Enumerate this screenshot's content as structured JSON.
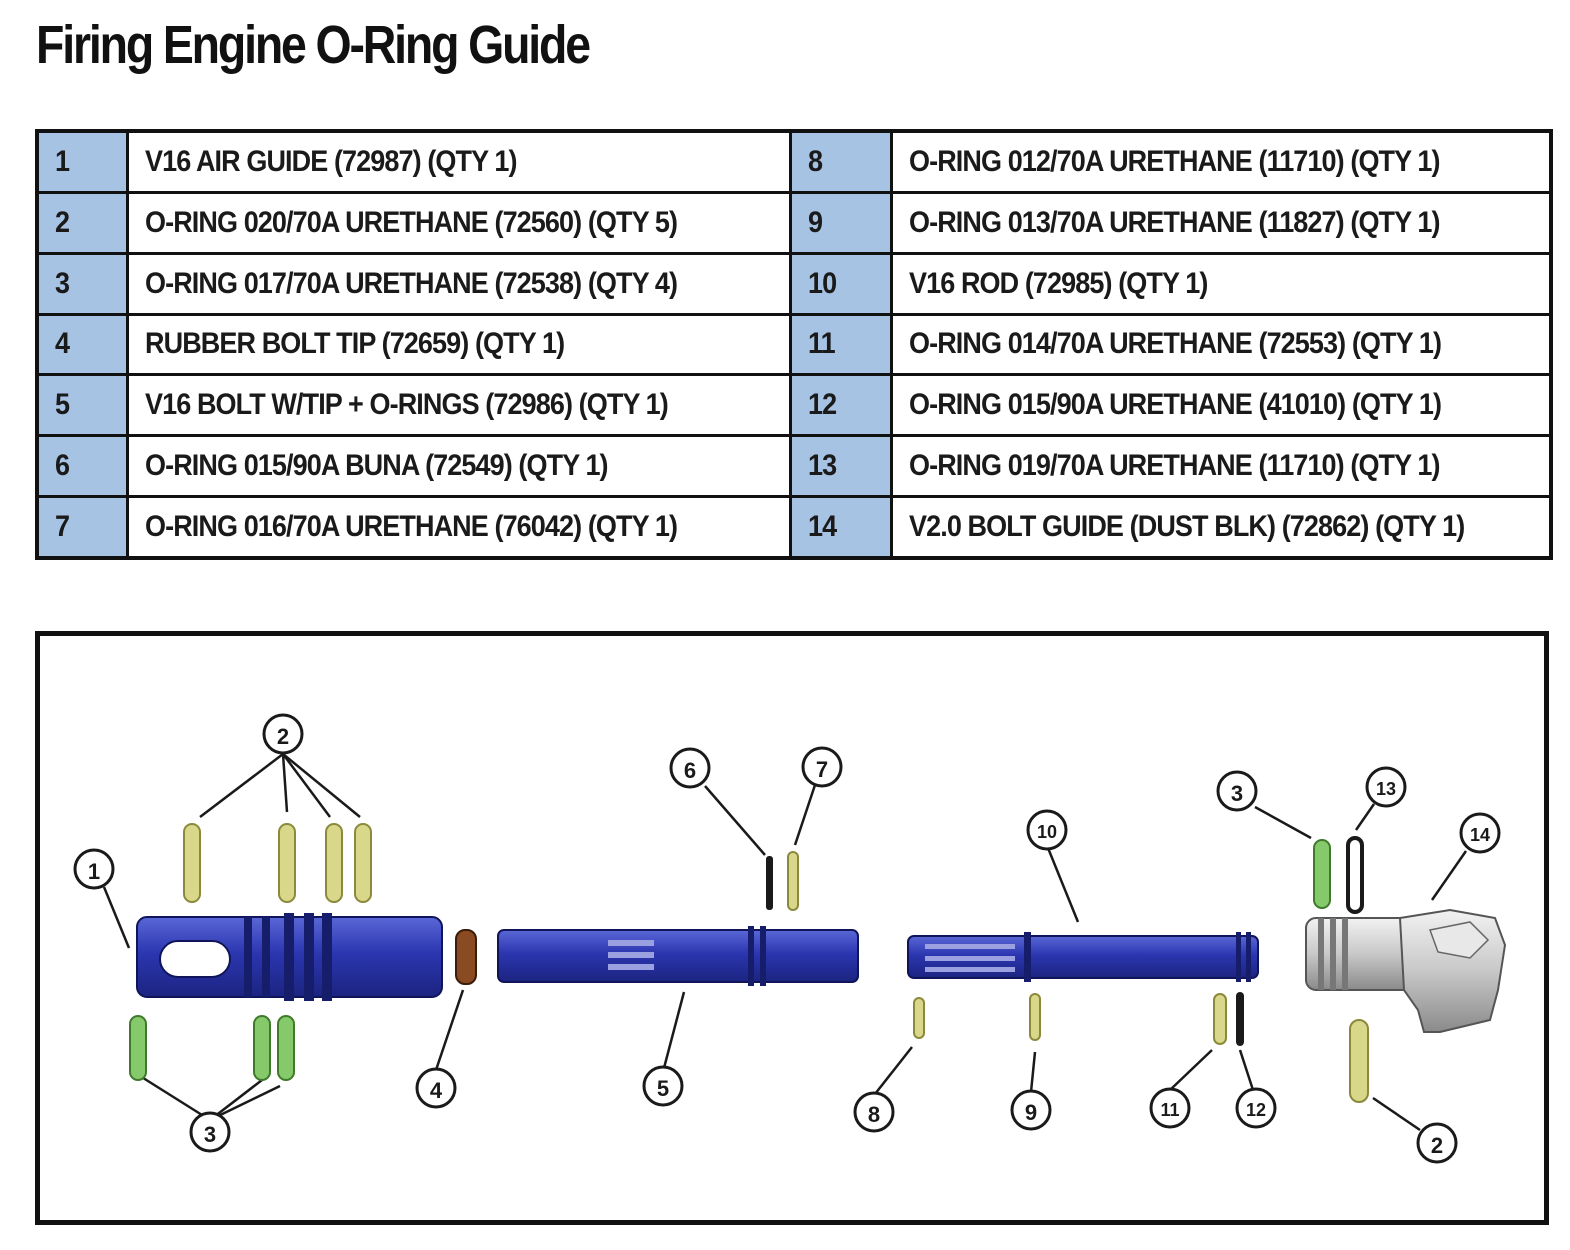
{
  "title": "Firing Engine O-Ring Guide",
  "parts_left": [
    {
      "num": "1",
      "desc": "V16 AIR GUIDE (72987) (QTY 1)"
    },
    {
      "num": "2",
      "desc": "O-RING 020/70A URETHANE (72560) (QTY 5)"
    },
    {
      "num": "3",
      "desc": "O-RING 017/70A URETHANE (72538) (QTY 4)"
    },
    {
      "num": "4",
      "desc": "RUBBER BOLT TIP (72659) (QTY 1)"
    },
    {
      "num": "5",
      "desc": "V16 BOLT W/TIP + O-RINGS (72986) (QTY 1)"
    },
    {
      "num": "6",
      "desc": "O-RING 015/90A BUNA (72549) (QTY 1)"
    },
    {
      "num": "7",
      "desc": "O-RING 016/70A URETHANE (76042) (QTY 1)"
    }
  ],
  "parts_right": [
    {
      "num": "8",
      "desc": "O-RING 012/70A URETHANE (11710) (QTY 1)"
    },
    {
      "num": "9",
      "desc": "O-RING 013/70A URETHANE (11827) (QTY 1)"
    },
    {
      "num": "10",
      "desc": "V16 ROD (72985) (QTY 1)"
    },
    {
      "num": "11",
      "desc": "O-RING 014/70A URETHANE (72553) (QTY 1)"
    },
    {
      "num": "12",
      "desc": "O-RING 015/90A URETHANE (41010) (QTY 1)"
    },
    {
      "num": "13",
      "desc": "O-RING 019/70A URETHANE (11710) (QTY 1)"
    },
    {
      "num": "14",
      "desc": "V2.0 BOLT GUIDE (DUST BLK) (72862) (QTY 1)"
    }
  ],
  "callouts": {
    "c1": "1",
    "c2a": "2",
    "c3a": "3",
    "c4": "4",
    "c5": "5",
    "c6": "6",
    "c7": "7",
    "c8": "8",
    "c9": "9",
    "c10": "10",
    "c11": "11",
    "c12": "12",
    "c3b": "3",
    "c13": "13",
    "c14": "14",
    "c2b": "2"
  },
  "colors": {
    "part_blue": "#2b36b0",
    "ring_yellow": "#d9d88a",
    "ring_green": "#86c96a",
    "ring_black": "#1a1a1a",
    "tip_brown": "#8a4a22",
    "number_cell": "#a7c3e3"
  }
}
